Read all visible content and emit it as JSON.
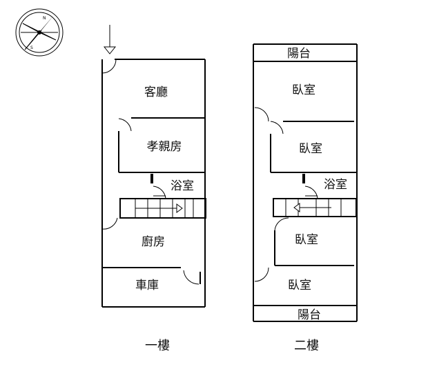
{
  "floor1": {
    "label": "一樓",
    "rooms": {
      "living_room": "客廳",
      "elder_room": "孝親房",
      "bathroom": "浴室",
      "kitchen": "廚房",
      "garage": "車庫"
    }
  },
  "floor2": {
    "label": "二樓",
    "rooms": {
      "balcony_top": "陽台",
      "bedroom_1": "臥室",
      "bedroom_2": "臥室",
      "bathroom": "浴室",
      "bedroom_3": "臥室",
      "bedroom_4": "臥室",
      "balcony_bottom": "陽台"
    }
  },
  "compass": {
    "north_label": "N",
    "south_label": "S"
  },
  "icons": {
    "compass": "compass-rose-icon",
    "entrance": "entrance-arrow-icon"
  }
}
